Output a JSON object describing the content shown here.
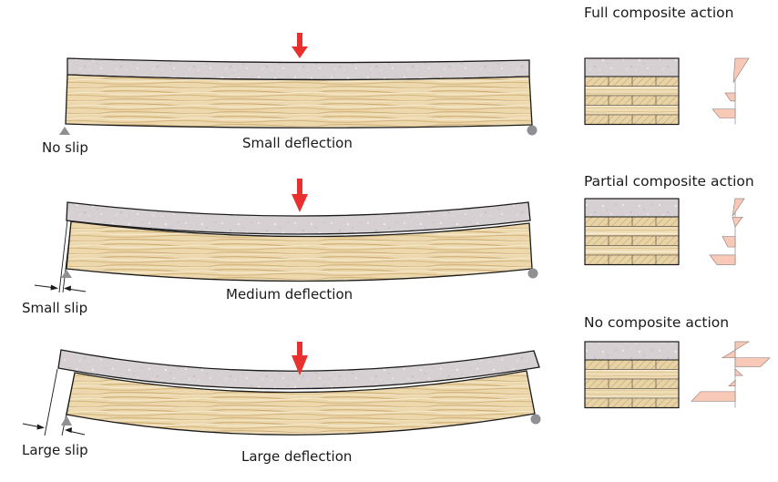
{
  "colors": {
    "concrete": "#d6d0d2",
    "timber": "#ecd8ac",
    "grain_dark": "#c9a56a",
    "grain_light": "#f6ead0",
    "outline": "#1a1a1a",
    "load_arrow": "#e8312f",
    "support": "#8f8f94",
    "stress_fill": "#f9c9b8",
    "stress_stroke": "#9a8a86",
    "axis": "#b8b8b8"
  },
  "beams": [
    {
      "id": "full",
      "deflection_label": "Small deflection",
      "slip_label": "No slip",
      "deflection_level": "small",
      "slip_level": "none"
    },
    {
      "id": "partial",
      "deflection_label": "Medium deflection",
      "slip_label": "Small slip",
      "deflection_level": "medium",
      "slip_level": "small"
    },
    {
      "id": "none",
      "deflection_label": "Large deflection",
      "slip_label": "Large slip",
      "deflection_level": "large",
      "slip_level": "large"
    }
  ],
  "sections": [
    {
      "title": "Full composite action"
    },
    {
      "title": "Partial composite action"
    },
    {
      "title": "No composite action"
    }
  ],
  "icons": {
    "load": "down-arrow",
    "pin_support": "triangle",
    "roller_support": "circle"
  }
}
